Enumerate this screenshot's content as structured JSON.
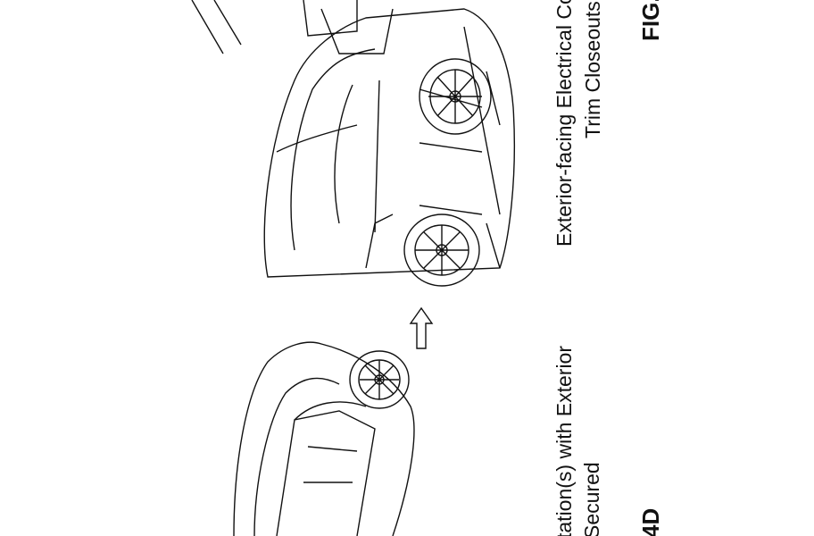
{
  "figure": {
    "label_top": "FIG.",
    "label_bottom": "4D"
  },
  "captions": {
    "right_line1": "Exterior-facing Electrical Cor",
    "right_line2": "Trim Closeouts A",
    "left_line1": "tation(s) with Exterior",
    "left_line2": "Secured"
  },
  "colors": {
    "ink": "#111111",
    "paper": "#ffffff"
  }
}
